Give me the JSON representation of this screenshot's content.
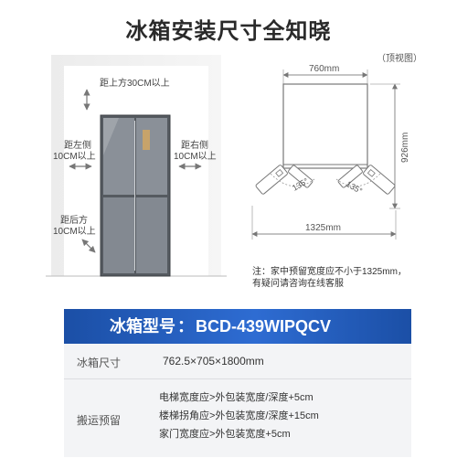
{
  "title": "冰箱安装尺寸全知晓",
  "install": {
    "top_label": "距上方30CM以上",
    "left_label_1": "距左侧",
    "left_label_2": "10CM以上",
    "right_label_1": "距右侧",
    "right_label_2": "10CM以上",
    "back_label_1": "距后方",
    "back_label_2": "10CM以上"
  },
  "topview": {
    "caption": "（顶视图）",
    "width": "760mm",
    "depth": "926mm",
    "span": "1325mm",
    "angle_left": "135°",
    "angle_right": "135°"
  },
  "note": {
    "line1": "注：家中预留宽度应不小于1325mm，",
    "line2": "有疑问请咨询在线客服"
  },
  "model": {
    "label": "冰箱型号",
    "sep": "：",
    "value": "BCD-439WIPQCV"
  },
  "spec": {
    "size_label": "冰箱尺寸",
    "size_value": "762.5×705×1800mm",
    "transport_label": "搬运预留",
    "transport_lines": [
      "电梯宽度应>外包装宽度/深度+5cm",
      "楼梯拐角应>外包装宽度/深度+15cm",
      "家门宽度应>外包装宽度+5cm"
    ]
  }
}
